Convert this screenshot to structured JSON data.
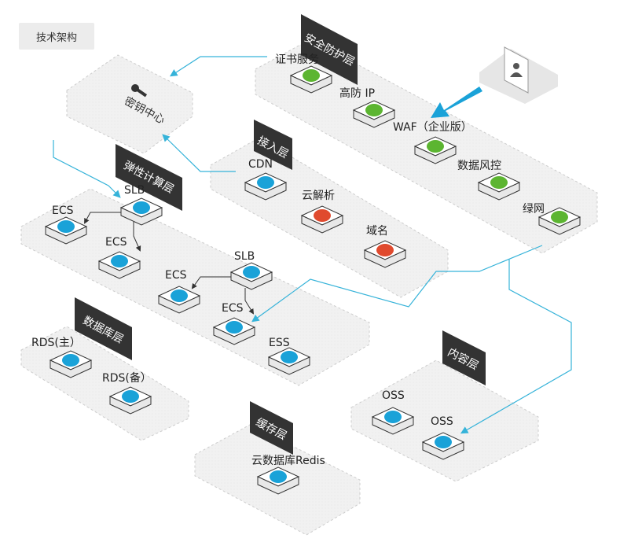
{
  "header_tag": "技术架构",
  "layers": {
    "security": "安全防护层",
    "access": "接入层",
    "compute": "弹性计算层",
    "database": "数据库层",
    "cache": "缓存层",
    "content": "内容层"
  },
  "zones": {
    "key_center": "密钥中心",
    "user": "用户"
  },
  "nodes": {
    "cert": "证书服务",
    "antiddos": "高防 IP",
    "waf": "WAF（企业版）",
    "riskctrl": "数据风控",
    "greennet": "绿网",
    "cdn": "CDN",
    "dns": "云解析",
    "domain": "域名",
    "slb1": "SLB",
    "ecs1": "ECS",
    "ecs2": "ECS",
    "slb2": "SLB",
    "ecs3": "ECS",
    "ecs4": "ECS",
    "ess": "ESS",
    "rds_master": "RDS(主）",
    "rds_backup": "RDS(备）",
    "redis": "云数据库Redis",
    "oss1": "OSS",
    "oss2": "OSS"
  },
  "colors": {
    "blue": "#1aa2d8",
    "green": "#5cb531",
    "red": "#e04a2e",
    "cyan": "#36b3d9",
    "dark": "#333333"
  },
  "icons": {
    "cert": "certificate-icon",
    "antiddos": "gear-shield-icon",
    "waf": "shield-icon",
    "riskctrl": "lock-icon",
    "greennet": "network-mesh-icon",
    "cdn": "distribution-icon",
    "dns": "globe-icon",
    "domain": "globe-icon",
    "slb": "load-balancer-icon",
    "ecs": "server-icon",
    "ess": "scaling-icon",
    "rds": "database-icon",
    "redis": "stack-icon",
    "oss": "storage-icon",
    "user": "user-icon",
    "key": "key-icon"
  }
}
